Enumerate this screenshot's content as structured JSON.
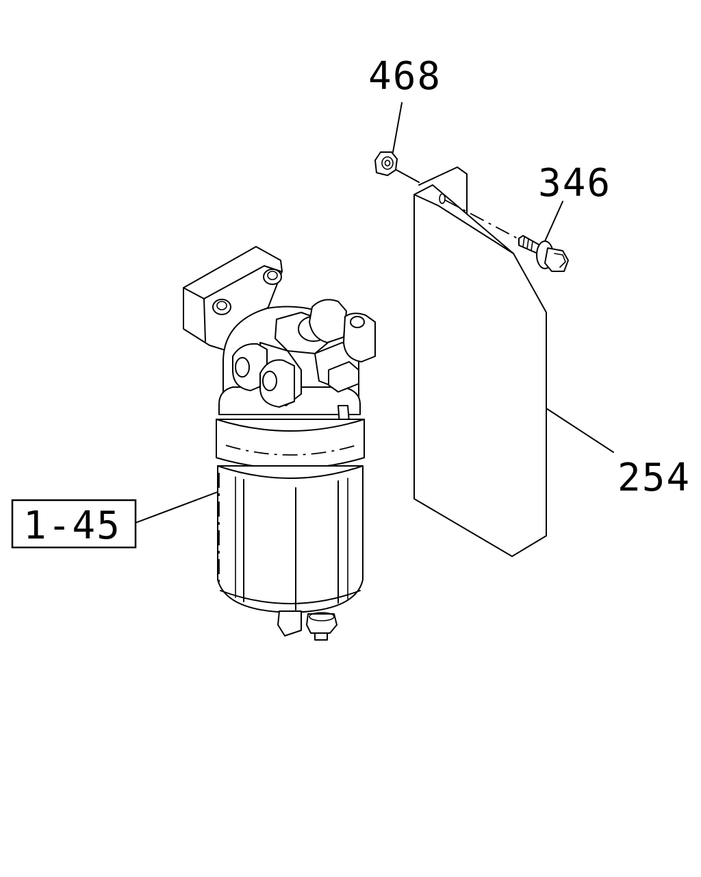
{
  "callouts": {
    "nut": "468",
    "bolt": "346",
    "bracket": "254",
    "filter_ref": "1-45"
  },
  "colors": {
    "line": "#000000",
    "background": "#ffffff"
  }
}
